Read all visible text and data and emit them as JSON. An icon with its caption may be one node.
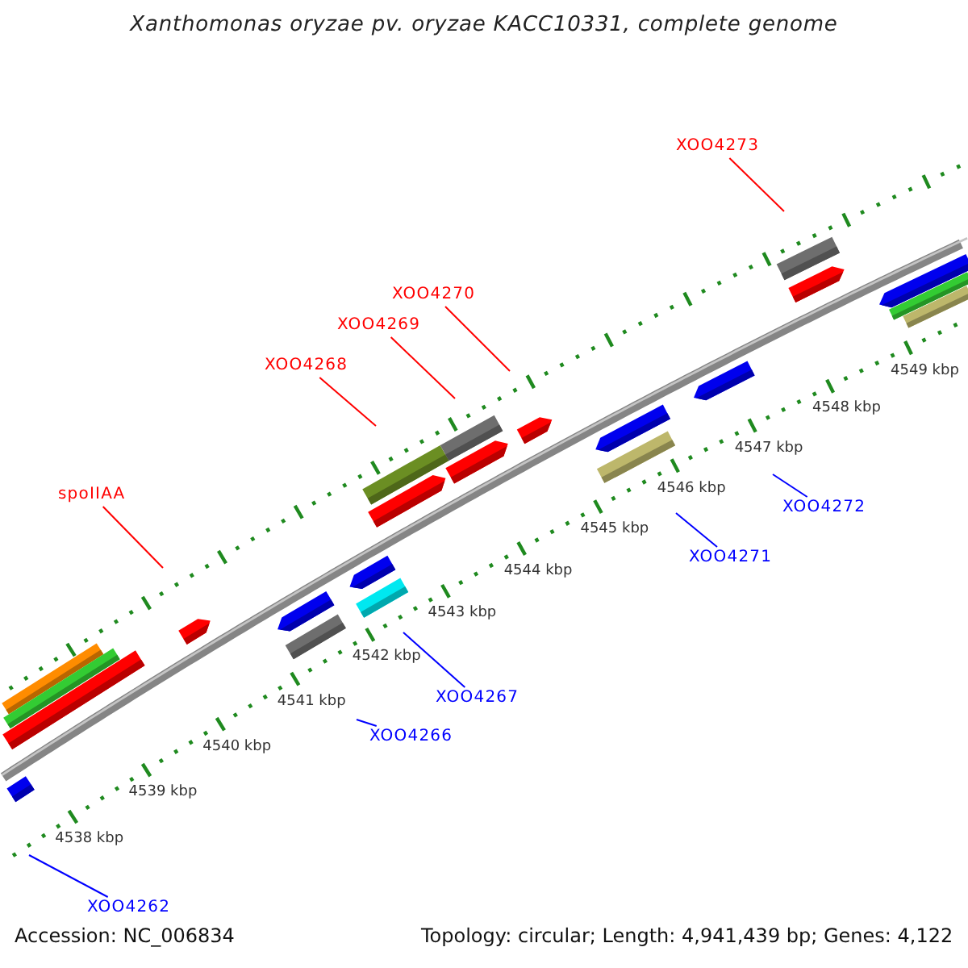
{
  "diagram": {
    "title": "Xanthomonas oryzae pv. oryzae KACC10331, complete genome",
    "nodes": [
      {
        "text": [
          "XOO4273"
        ]
      },
      {
        "text": [
          "XOO4270"
        ]
      },
      {
        "text": [
          "XOO4269"
        ]
      },
      {
        "text": [
          "XOO4268"
        ]
      },
      {
        "text": [
          "spoIIAA"
        ]
      },
      {
        "text": [
          "XOO4272"
        ]
      },
      {
        "text": [
          "XOO4271"
        ]
      },
      {
        "text": [
          "XOO4267"
        ]
      },
      {
        "text": [
          "XOO4266"
        ]
      },
      {
        "text": [
          "XOO4262"
        ]
      }
    ],
    "edges": [
      {
        "from": 0,
        "to": null,
        "arrow": "none",
        "color": "#ff0000"
      },
      {
        "from": 1,
        "to": null,
        "arrow": "none",
        "color": "#ff0000"
      },
      {
        "from": 2,
        "to": null,
        "arrow": "none",
        "color": "#ff0000"
      },
      {
        "from": 3,
        "to": null,
        "arrow": "none",
        "color": "#ff0000"
      },
      {
        "from": 4,
        "to": null,
        "arrow": "none",
        "color": "#ff0000"
      },
      {
        "from": 5,
        "to": null,
        "arrow": "none",
        "color": "#0000ff"
      },
      {
        "from": 6,
        "to": null,
        "arrow": "none",
        "color": "#0000ff"
      },
      {
        "from": 7,
        "to": null,
        "arrow": "none",
        "color": "#0000ff"
      },
      {
        "from": 8,
        "to": null,
        "arrow": "none",
        "color": "#0000ff"
      },
      {
        "from": 9,
        "to": null,
        "arrow": "none",
        "color": "#0000ff"
      }
    ],
    "labels": [
      "4538 kbp",
      "4539 kbp",
      "4540 kbp",
      "4541 kbp",
      "4542 kbp",
      "4543 kbp",
      "4544 kbp",
      "4545 kbp",
      "4546 kbp",
      "4547 kbp",
      "4548 kbp",
      "4549 kbp",
      "Accession: NC_006834",
      "Topology: circular; Length: 4,941,439 bp; Genes: 4,122"
    ]
  }
}
